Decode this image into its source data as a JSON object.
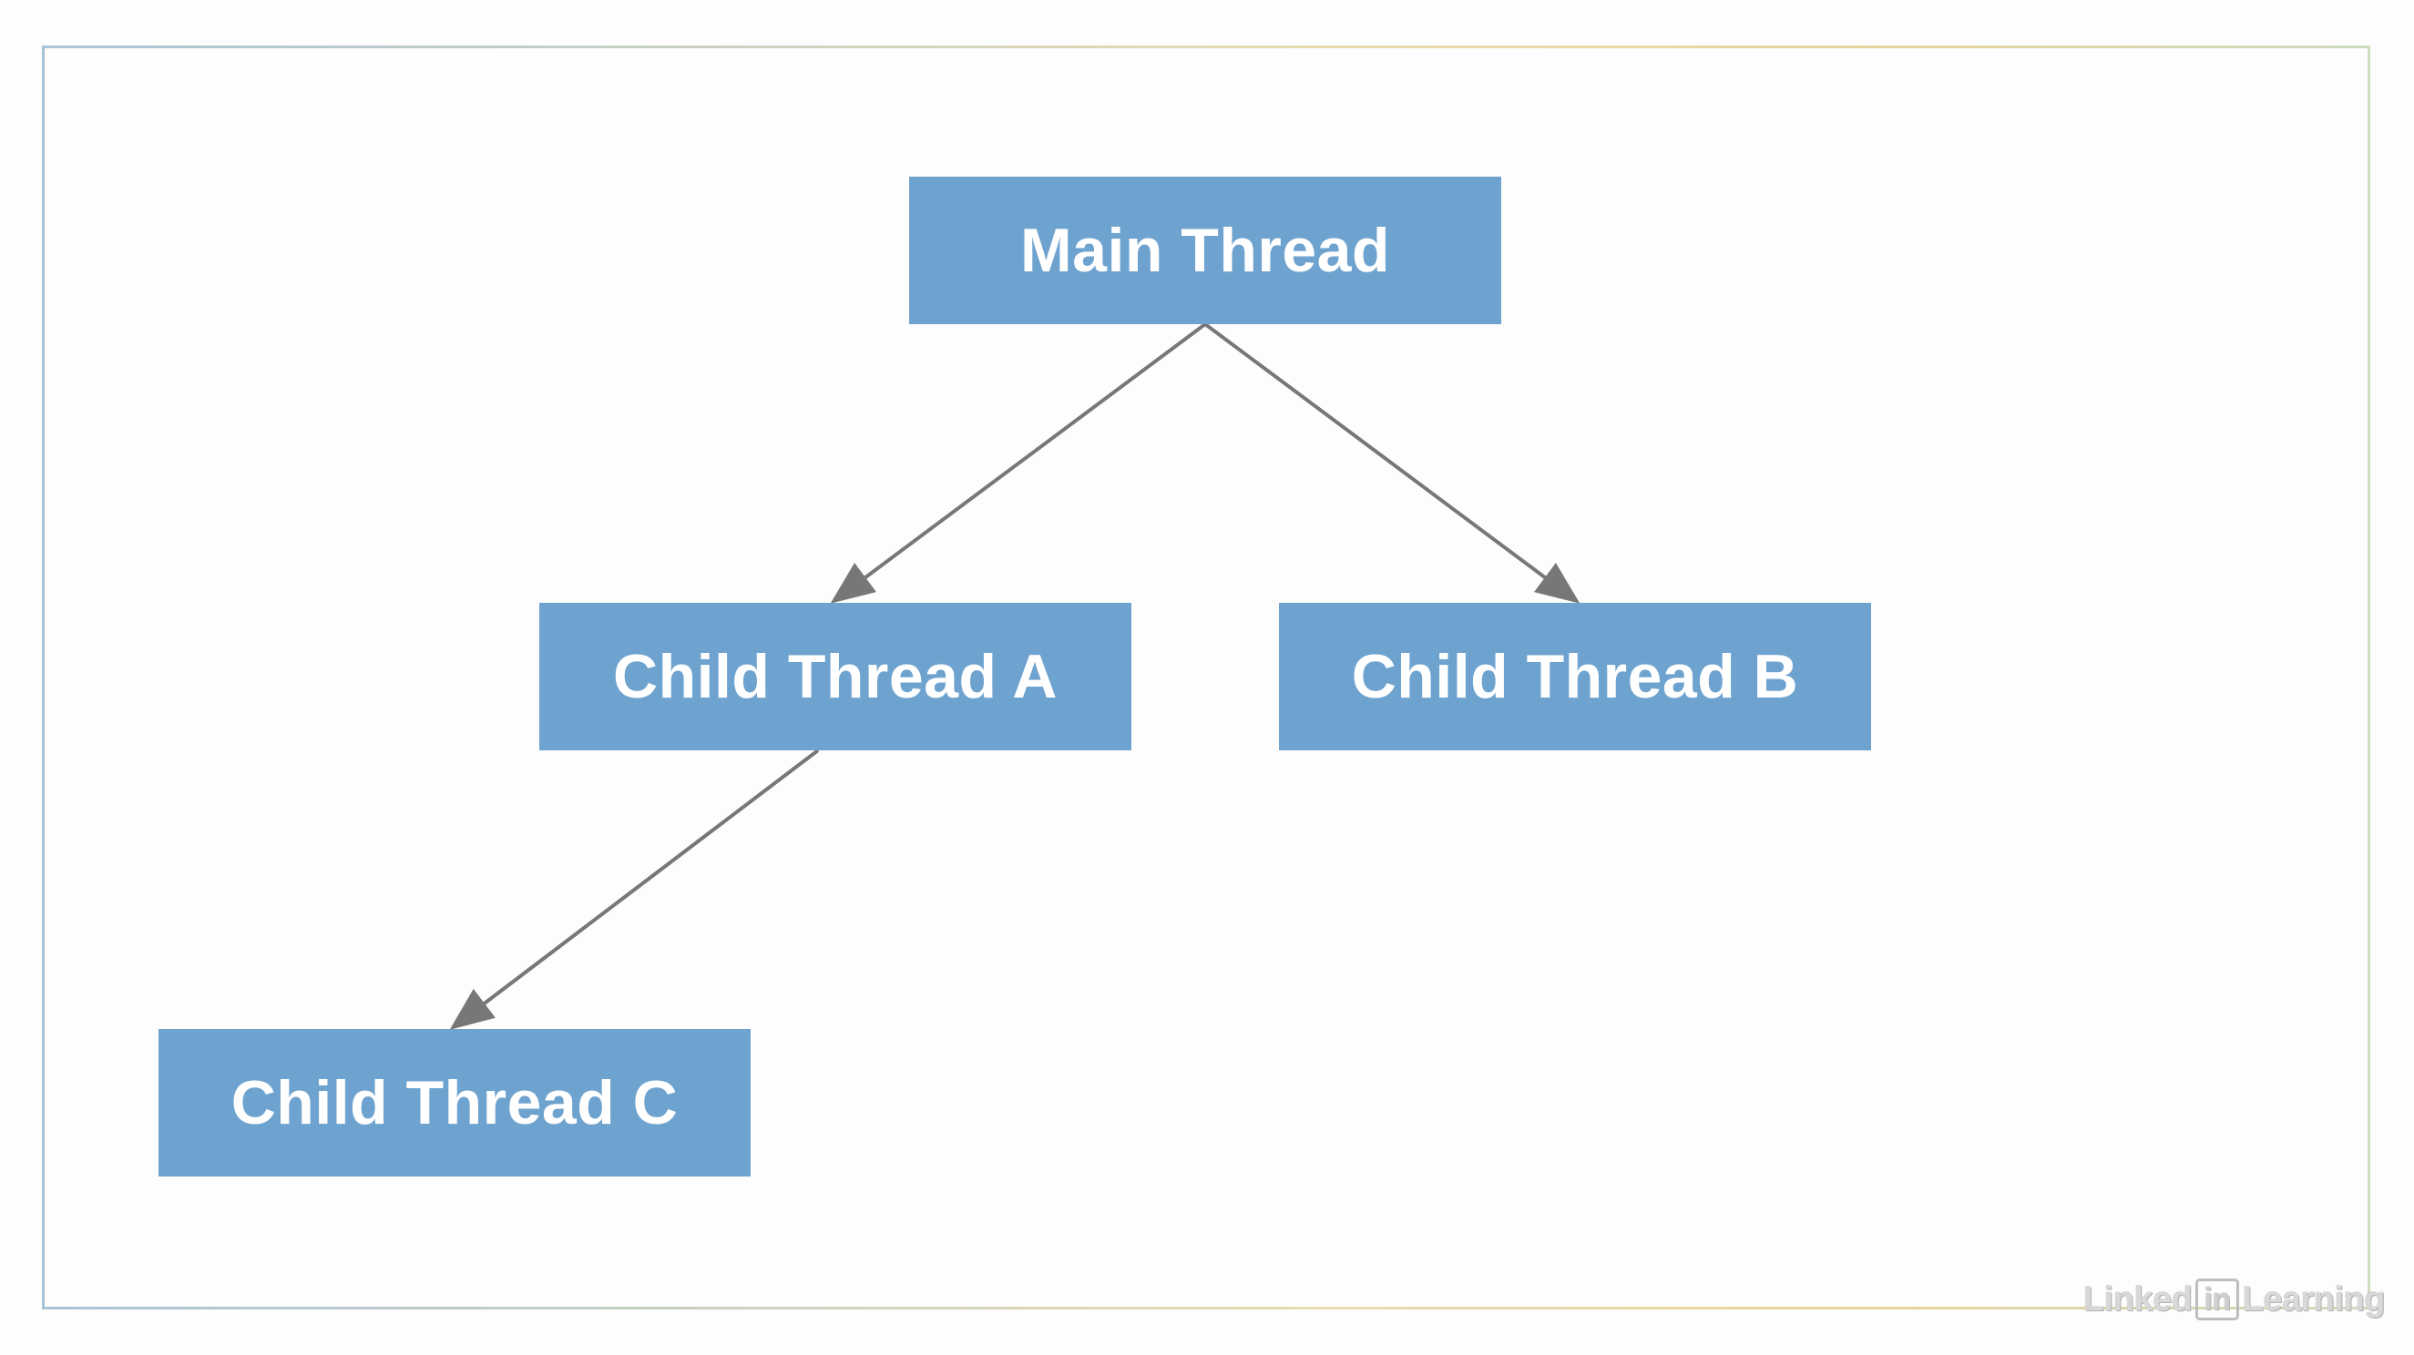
{
  "diagram": {
    "nodes": {
      "main": "Main Thread",
      "child_a": "Child Thread A",
      "child_b": "Child Thread B",
      "child_c": "Child Thread C"
    },
    "edges": [
      {
        "from": "Main Thread",
        "to": "Child Thread A"
      },
      {
        "from": "Main Thread",
        "to": "Child Thread B"
      },
      {
        "from": "Child Thread A",
        "to": "Child Thread C"
      }
    ],
    "colors": {
      "node_fill": "#6fa3cf",
      "node_text": "#ffffff",
      "arrow": "#777777"
    }
  },
  "watermark": {
    "left": "Linked",
    "badge": "in",
    "right": "Learning"
  }
}
